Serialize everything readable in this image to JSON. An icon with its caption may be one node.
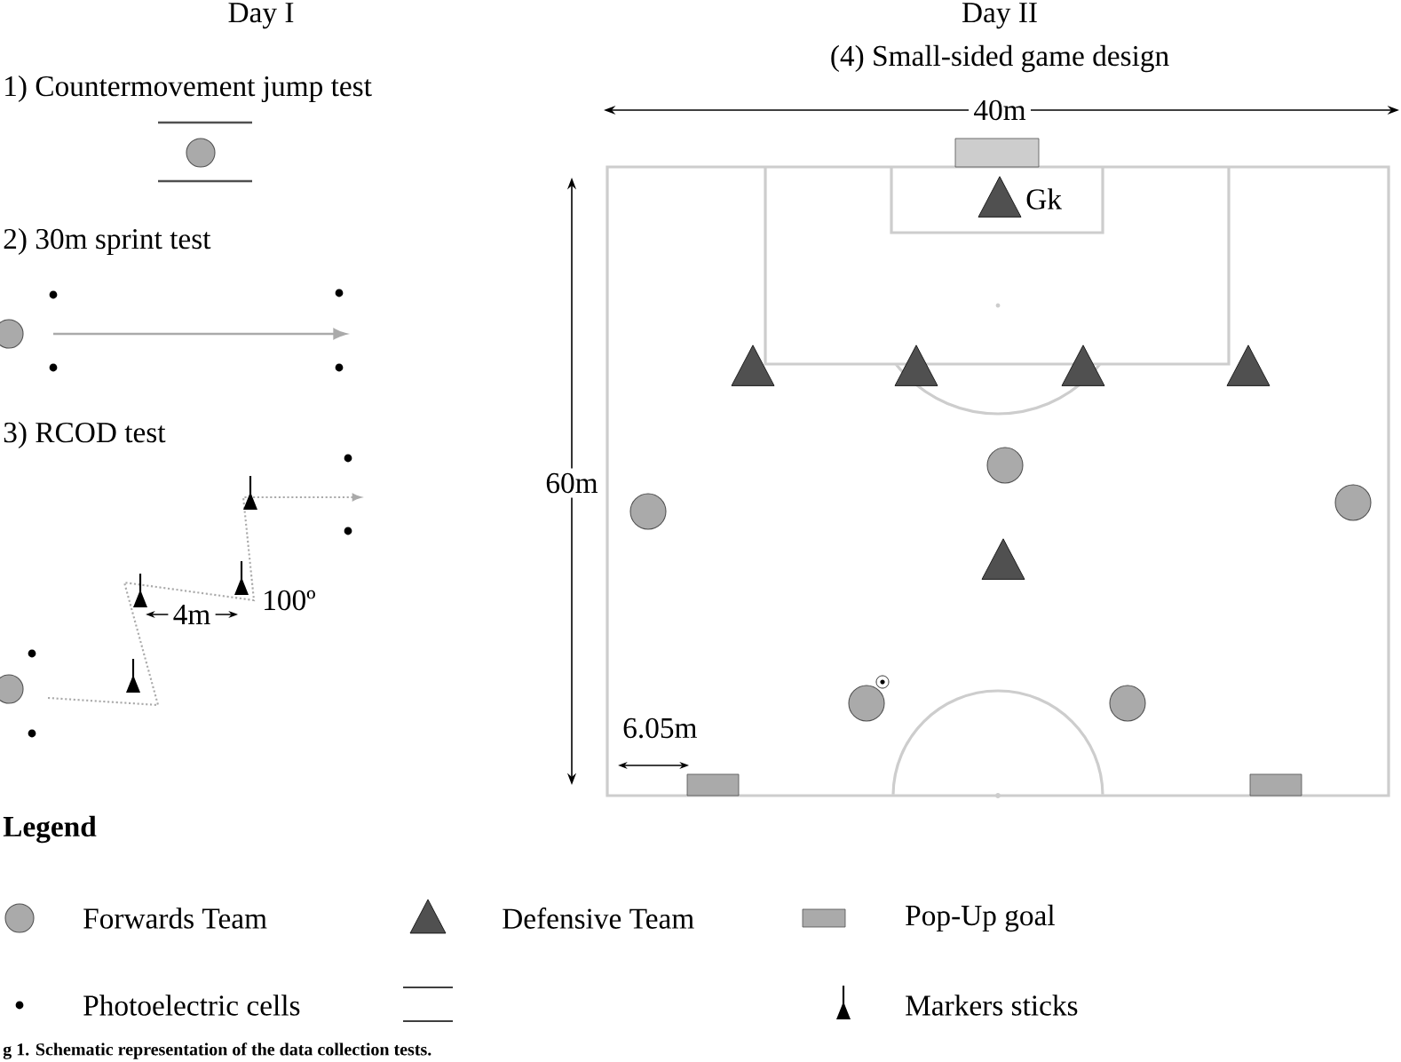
{
  "diagram": {
    "caption": "g 1. Schematic representation of the data collection tests.",
    "labels": [
      "Day I",
      "Day II",
      "1) Countermovement jump test",
      "(4) Small-sided game design",
      "40m",
      "Gk",
      "2) 30m sprint test",
      "3) RCOD test",
      "60m",
      "100º",
      "4m",
      "6.05m",
      "Legend"
    ],
    "legend": [
      {
        "text": "Forwards Team"
      },
      {
        "text": "Defensive Team"
      },
      {
        "text": "Pop-Up goal"
      },
      {
        "text": "Photoelectric cells"
      },
      {
        "text": "Markers sticks"
      }
    ]
  }
}
